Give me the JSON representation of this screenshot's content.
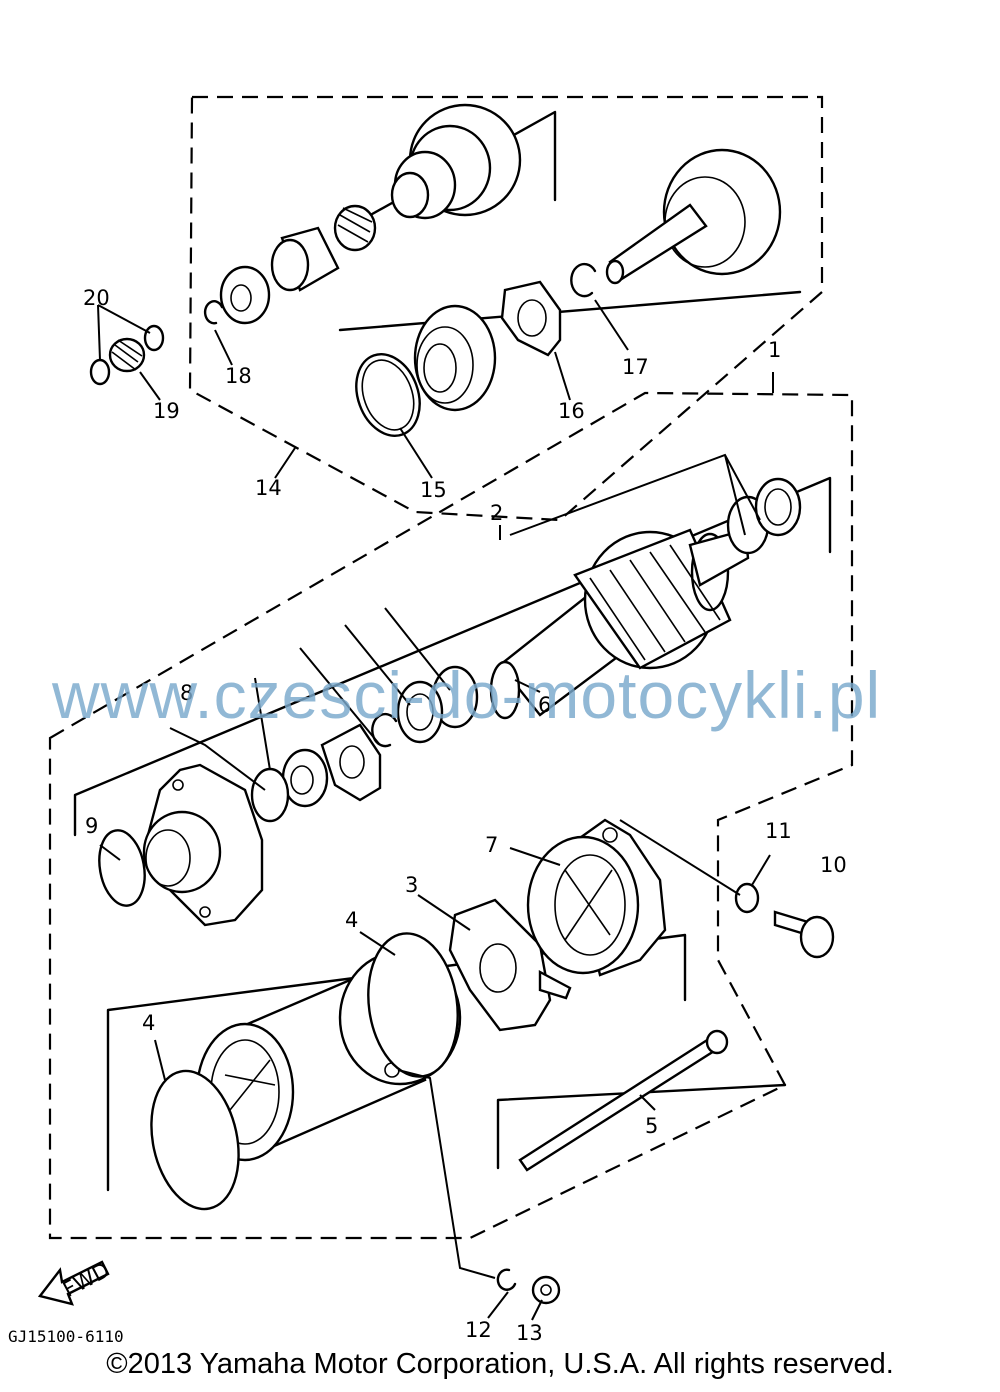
{
  "diagram_code": "GJ15100-6110",
  "watermark": "www.czesci-do-motocykli.pl",
  "copyright": "©2013 Yamaha Motor Corporation, U.S.A. All rights reserved.",
  "fwd_label": "FWD",
  "callouts": {
    "c1": "1",
    "c2": "2",
    "c3": "3",
    "c4a": "4",
    "c4b": "4",
    "c5": "5",
    "c6": "6",
    "c7": "7",
    "c8": "8",
    "c9": "9",
    "c10": "10",
    "c11": "11",
    "c12": "12",
    "c13": "13",
    "c14": "14",
    "c15": "15",
    "c16": "16",
    "c17": "17",
    "c18": "18",
    "c19": "19",
    "c20": "20"
  }
}
